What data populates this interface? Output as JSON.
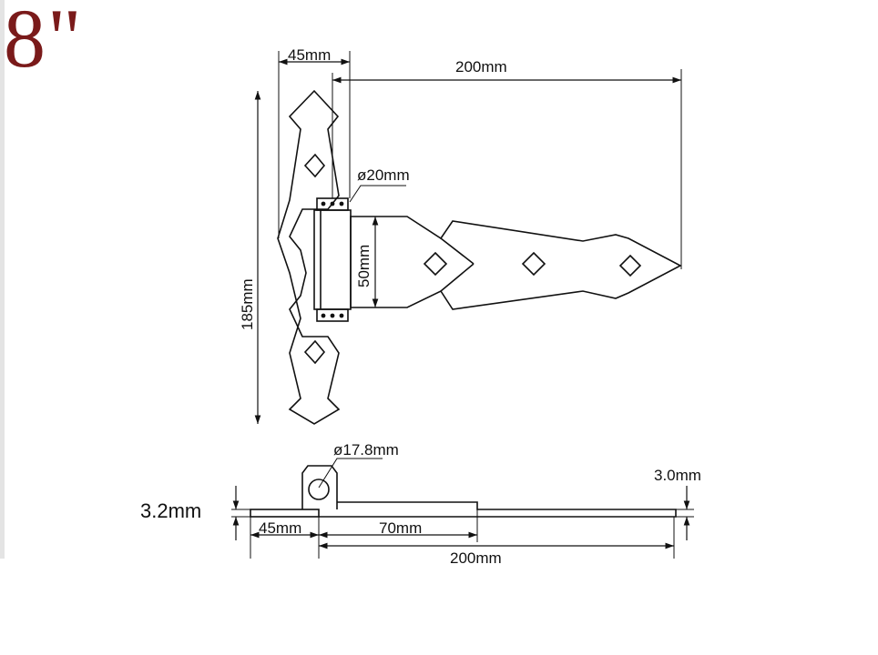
{
  "title": "8\"",
  "colors": {
    "title": "#7a1a1a",
    "line": "#111111",
    "background": "#ffffff"
  },
  "top_view": {
    "leaf_width": "45mm",
    "strap_length": "200mm",
    "knuckle_diameter": "ø20mm",
    "strap_width": "50mm",
    "leaf_height": "185mm"
  },
  "side_view": {
    "pin_diameter": "ø17.8mm",
    "end_thickness": "3.0mm",
    "leaf_thickness": "3.2mm",
    "leaf_width": "45mm",
    "flat_length": "70mm",
    "total_length": "200mm"
  }
}
